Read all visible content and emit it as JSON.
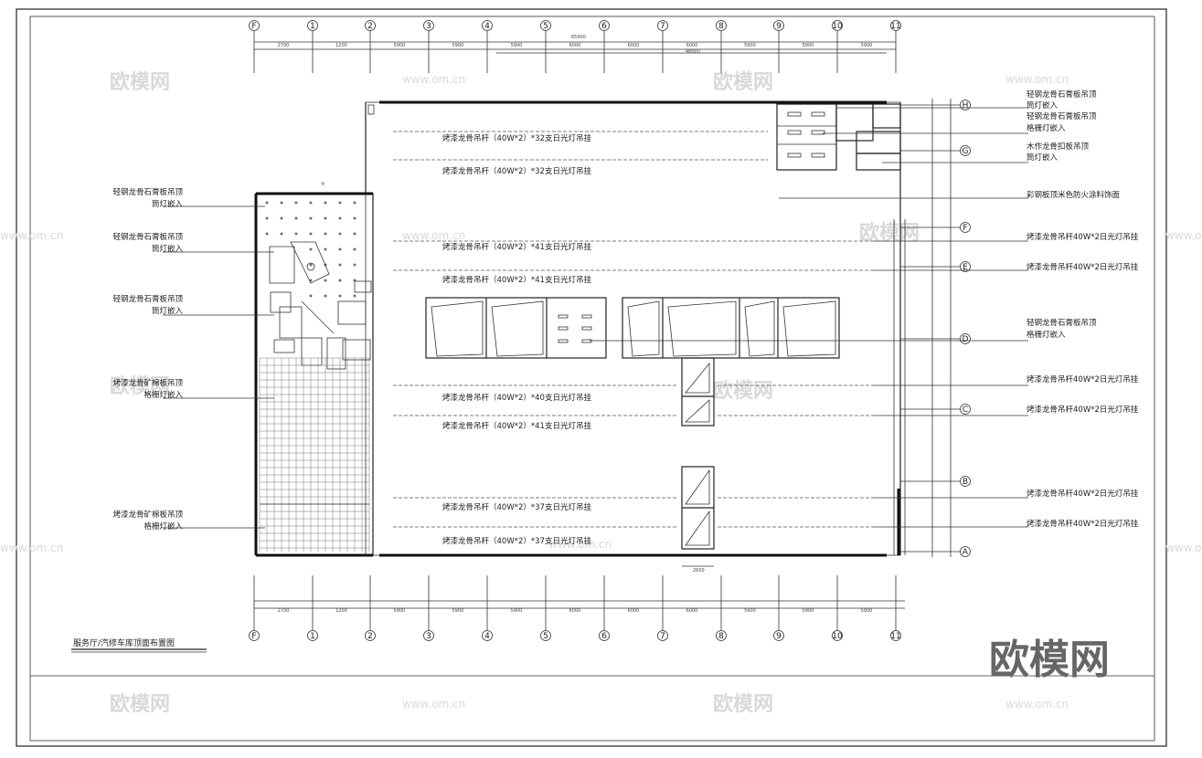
{
  "title": "服务厅/汽修车库顶面布置图",
  "axes": {
    "columns": [
      "F",
      "1",
      "2",
      "3",
      "4",
      "5",
      "6",
      "7",
      "8",
      "9",
      "10",
      "11"
    ],
    "rows": [
      "H",
      "G",
      "F",
      "E",
      "D",
      "C",
      "B",
      "A"
    ]
  },
  "left_notes": [
    [
      "轻钢龙骨石膏板吊顶",
      "筒灯嵌入"
    ],
    [
      "轻钢龙骨石膏板吊顶",
      "筒灯嵌入"
    ],
    [
      "轻钢龙骨石膏板吊顶",
      "筒灯嵌入"
    ],
    [
      "烤漆龙骨矿棉板吊顶",
      "格栅灯嵌入"
    ],
    [
      "烤漆龙骨矿棉板吊顶",
      "格栅灯嵌入"
    ]
  ],
  "right_notes": [
    [
      "轻钢龙骨石膏板吊顶",
      "筒灯嵌入"
    ],
    [
      "轻钢龙骨石膏板吊顶",
      "格栅灯嵌入"
    ],
    [
      "木作龙骨扣板吊顶",
      "筒灯嵌入"
    ],
    [
      "彩钢板顶米色防火涂料饰面"
    ],
    [
      "烤漆龙骨吊杆40W*2日光灯吊挂"
    ],
    [
      "烤漆龙骨吊杆40W*2日光灯吊挂"
    ],
    [
      "轻钢龙骨石膏板吊顶",
      "格栅灯嵌入"
    ],
    [
      "烤漆龙骨吊杆40W*2日光灯吊挂"
    ],
    [
      "烤漆龙骨吊杆40W*2日光灯吊挂"
    ],
    [
      "烤漆龙骨吊杆40W*2日光灯吊挂"
    ],
    [
      "烤漆龙骨吊杆40W*2日光灯吊挂"
    ]
  ],
  "fixture_labels": [
    "烤漆龙骨吊杆（40W*2）*32支日光灯吊挂",
    "烤漆龙骨吊杆（40W*2）*32支日光灯吊挂",
    "烤漆龙骨吊杆（40W*2）*41支日光灯吊挂",
    "烤漆龙骨吊杆（40W*2）*41支日光灯吊挂",
    "烤漆龙骨吊杆（40W*2）*40支日光灯吊挂",
    "烤漆龙骨吊杆（40W*2）*41支日光灯吊挂",
    "烤漆龙骨吊杆（40W*2）*37支日光灯吊挂",
    "烤漆龙骨吊杆（40W*2）*37支日光灯吊挂"
  ],
  "dimensions": {
    "top_row": [
      "2700",
      "1200",
      "5900",
      "5900",
      "5900",
      "6000",
      "6000",
      "6000",
      "5900",
      "5900",
      "5900",
      "5900"
    ],
    "top_total": "65900",
    "top_sub": "48000",
    "bottom_row": [
      "2700",
      "1200",
      "5900",
      "5900",
      "5900",
      "6000",
      "6000",
      "6000",
      "5900",
      "5900",
      "5900",
      "5900"
    ],
    "gap_dim": "2600"
  },
  "watermarks": {
    "brand": "欧模网",
    "url": "www.om.cn"
  }
}
